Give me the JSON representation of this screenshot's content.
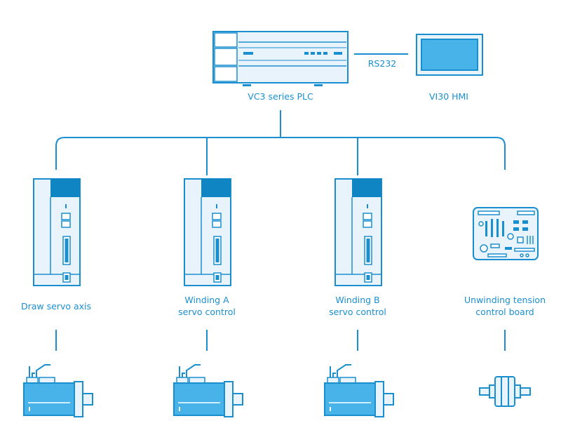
{
  "plc": {
    "label": "VC3 series PLC"
  },
  "hmi": {
    "label": "VI30 HMI"
  },
  "link": {
    "label": "RS232"
  },
  "drives": [
    {
      "line1": "Draw servo axis",
      "line2": ""
    },
    {
      "line1": "Winding A",
      "line2": "servo control"
    },
    {
      "line1": "Winding B",
      "line2": "servo control"
    }
  ],
  "board": {
    "line1": "Unwinding tension",
    "line2": "control board"
  },
  "colors": {
    "stroke": "#1a8fd0",
    "fill_light": "#e8f3fb",
    "fill_mid": "#47b3e8",
    "fill_dark": "#0f85c4"
  }
}
